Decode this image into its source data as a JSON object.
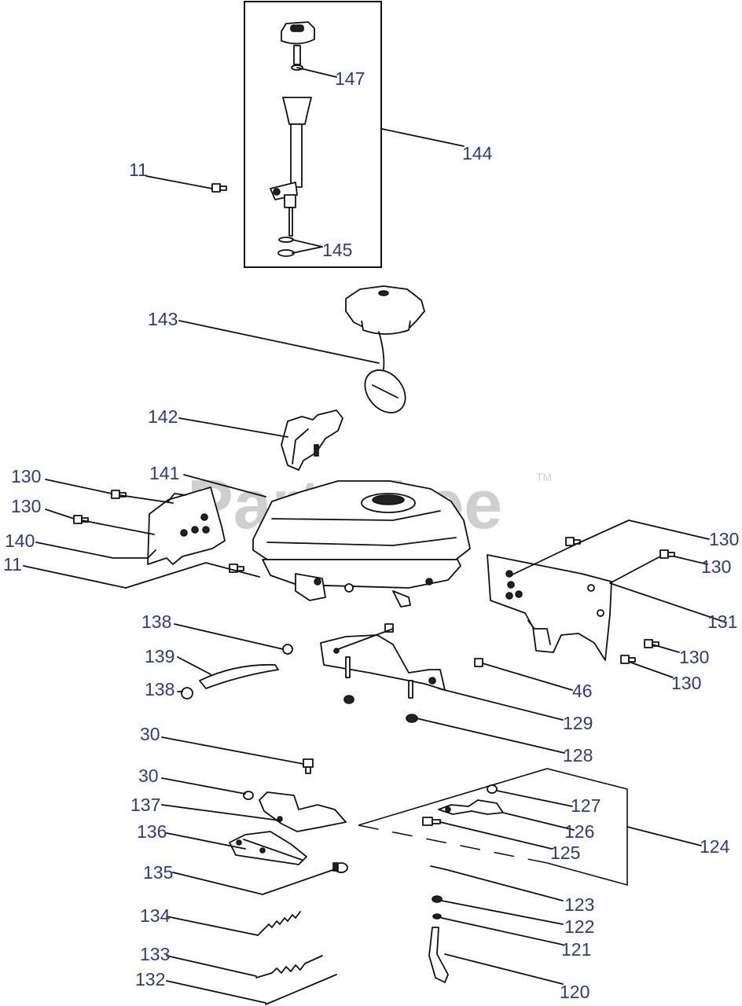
{
  "watermark": {
    "text": "PartsTree",
    "trademark": "TM"
  },
  "callouts": [
    {
      "id": "c147",
      "text": "147"
    },
    {
      "id": "c144",
      "text": "144"
    },
    {
      "id": "c11a",
      "text": "11"
    },
    {
      "id": "c145",
      "text": "145"
    },
    {
      "id": "c143",
      "text": "143"
    },
    {
      "id": "c142",
      "text": "142"
    },
    {
      "id": "c141",
      "text": "141"
    },
    {
      "id": "c130a",
      "text": "130"
    },
    {
      "id": "c130b",
      "text": "130"
    },
    {
      "id": "c140",
      "text": "140"
    },
    {
      "id": "c11b",
      "text": "11"
    },
    {
      "id": "c130c",
      "text": "130"
    },
    {
      "id": "c130d",
      "text": "130"
    },
    {
      "id": "c131",
      "text": "131"
    },
    {
      "id": "c130e",
      "text": "130"
    },
    {
      "id": "c130f",
      "text": "130"
    },
    {
      "id": "c138a",
      "text": "138"
    },
    {
      "id": "c139",
      "text": "139"
    },
    {
      "id": "c138b",
      "text": "138"
    },
    {
      "id": "c46",
      "text": "46"
    },
    {
      "id": "c129",
      "text": "129"
    },
    {
      "id": "c128",
      "text": "128"
    },
    {
      "id": "c30a",
      "text": "30"
    },
    {
      "id": "c30b",
      "text": "30"
    },
    {
      "id": "c137",
      "text": "137"
    },
    {
      "id": "c127",
      "text": "127"
    },
    {
      "id": "c136",
      "text": "136"
    },
    {
      "id": "c126",
      "text": "126"
    },
    {
      "id": "c125",
      "text": "125"
    },
    {
      "id": "c124",
      "text": "124"
    },
    {
      "id": "c135",
      "text": "135"
    },
    {
      "id": "c123",
      "text": "123"
    },
    {
      "id": "c122",
      "text": "122"
    },
    {
      "id": "c134",
      "text": "134"
    },
    {
      "id": "c121",
      "text": "121"
    },
    {
      "id": "c133",
      "text": "133"
    },
    {
      "id": "c132",
      "text": "132"
    },
    {
      "id": "c120",
      "text": "120"
    }
  ]
}
